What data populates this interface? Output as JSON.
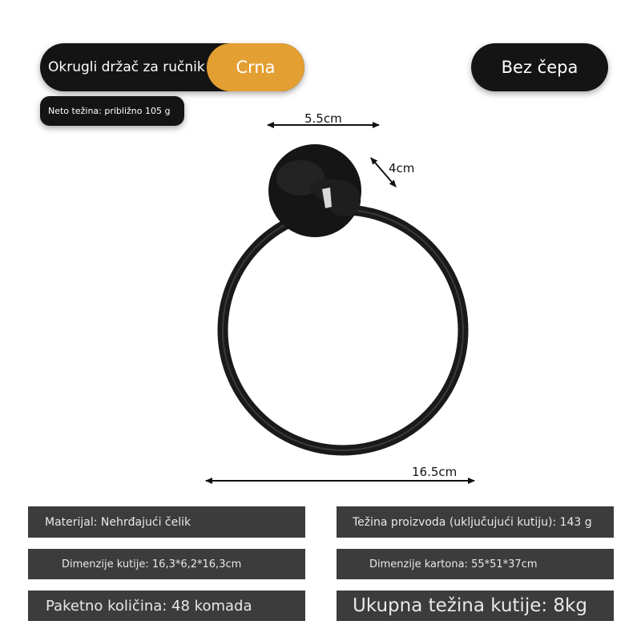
{
  "header": {
    "product_name": "Okrugli držač za ručnik",
    "color": "Crna",
    "plug": "Bez čepa",
    "net_weight": "Neto težina: približno 105 g"
  },
  "dimensions": {
    "base_width": "5.5cm",
    "depth": "4cm",
    "ring_width": "16.5cm"
  },
  "specs": {
    "material": "Materijal: Nehrđajući čelik",
    "product_weight": "Težina proizvoda (uključujući kutiju): 143 g",
    "box_dimensions": "Dimenzije kutije: 16,3*6,2*16,3cm",
    "carton_dimensions": "Dimenzije kartona: 55*51*37cm",
    "package_quantity": "Paketno količina: 48 komada",
    "total_box_weight": "Ukupna težina kutije: 8kg"
  },
  "colors": {
    "accent": "#e39f32",
    "pill_dark": "#141414",
    "spec_bar": "#3c3c3c",
    "product": "#1a1a1a"
  }
}
